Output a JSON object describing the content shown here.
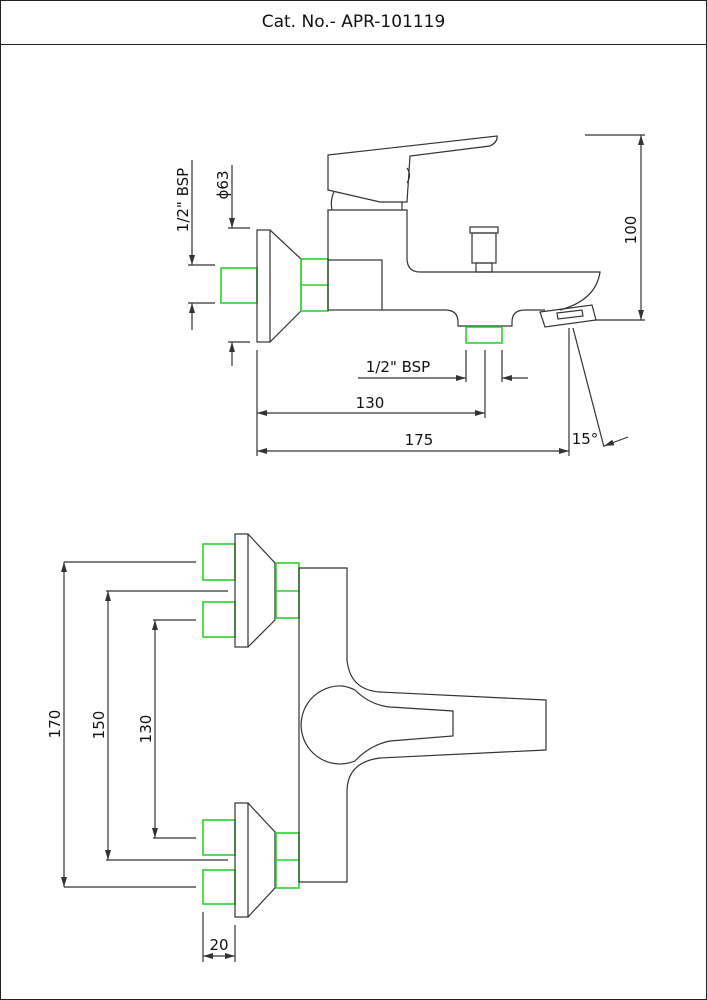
{
  "header": {
    "title": "Cat. No.- APR-101119"
  },
  "side_view": {
    "dims": {
      "inlet_thread": "1/2\" BSP",
      "flange_dia": "ϕ63",
      "height": "100",
      "outlet_thread": "1/2\" BSP",
      "outlet_dist": "130",
      "total_length": "175",
      "angle": "15°"
    }
  },
  "top_view": {
    "dims": {
      "max_centres": "170",
      "mid_centres": "150",
      "min_centres": "130",
      "inlet_length": "20"
    }
  },
  "colors": {
    "line": "#333333",
    "thread": "#2bd42b"
  }
}
